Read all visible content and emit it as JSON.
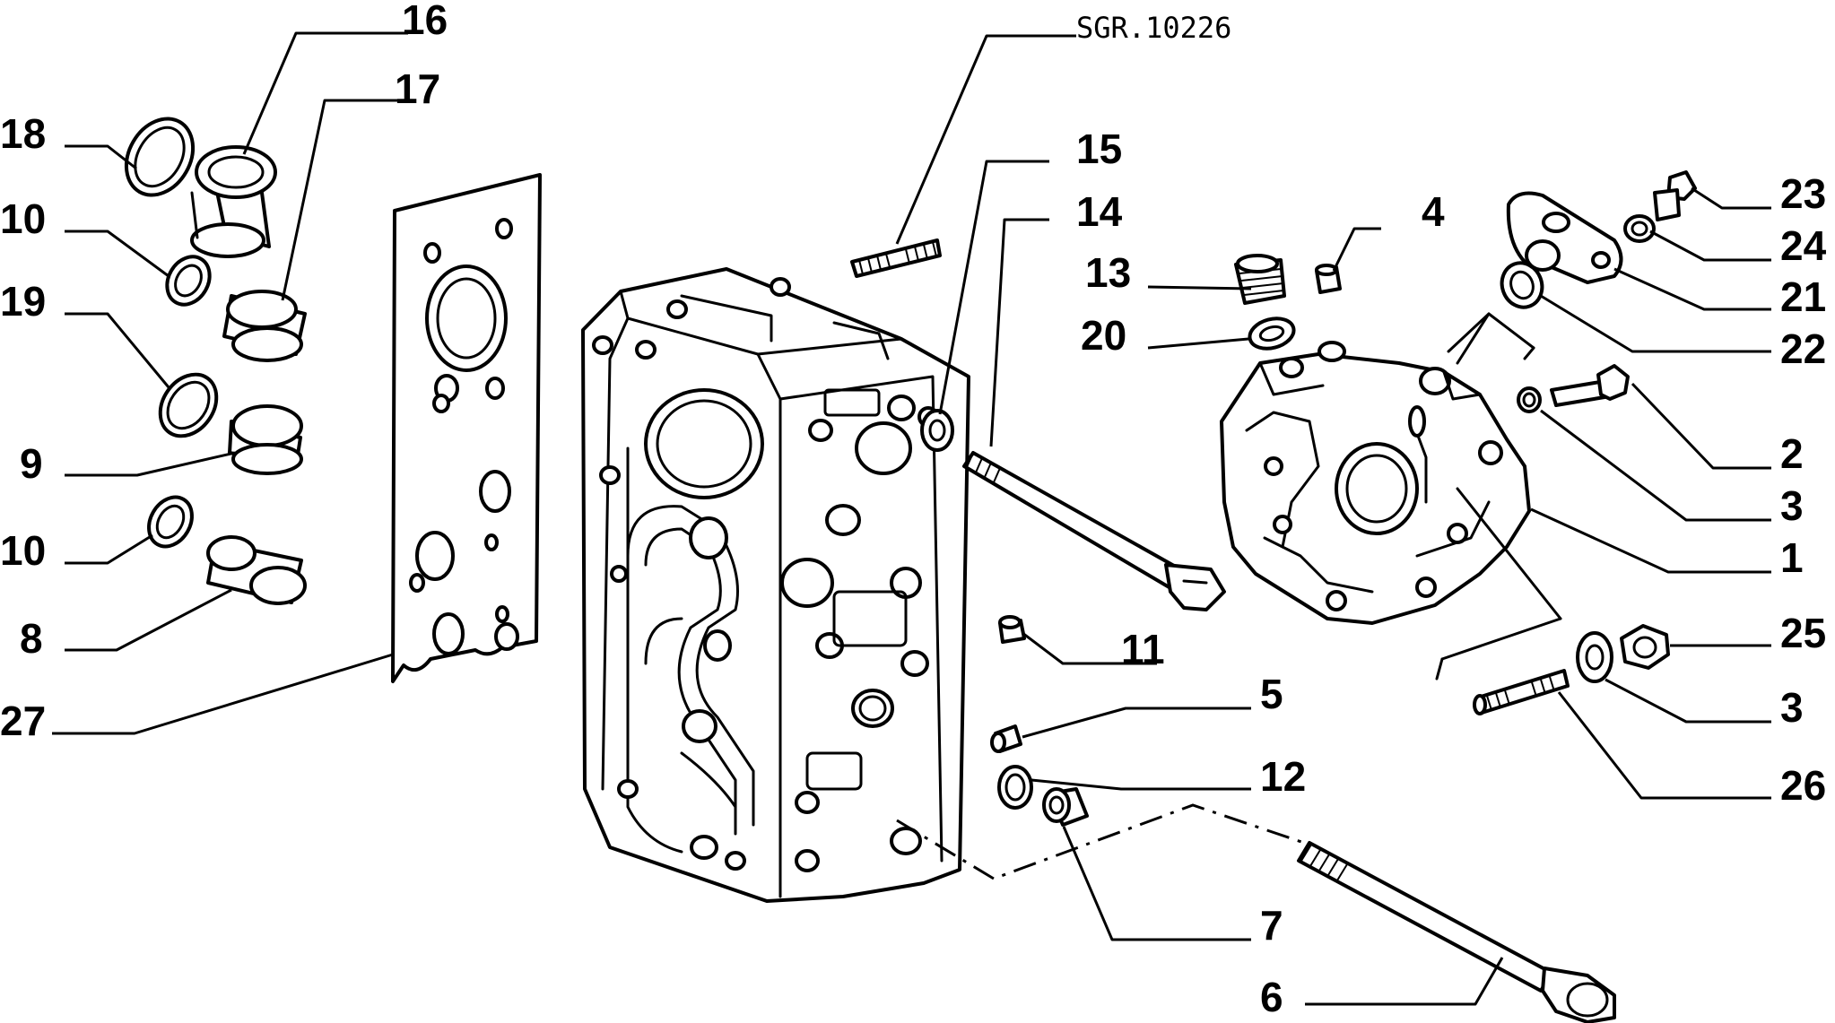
{
  "drawing": {
    "reference": "SGR.10226"
  },
  "labels": {
    "l16": "16",
    "l17": "17",
    "l18": "18",
    "l10a": "10",
    "l19": "19",
    "l9": "9",
    "l10b": "10",
    "l8": "8",
    "l27": "27",
    "l15": "15",
    "l14": "14",
    "l13": "13",
    "l20": "20",
    "l4": "4",
    "l23": "23",
    "l24": "24",
    "l21": "21",
    "l22": "22",
    "l2": "2",
    "l3a": "3",
    "l1": "1",
    "l11": "11",
    "l5": "5",
    "l12": "12",
    "l7": "7",
    "l6": "6",
    "l25": "25",
    "l3b": "3",
    "l26": "26"
  }
}
